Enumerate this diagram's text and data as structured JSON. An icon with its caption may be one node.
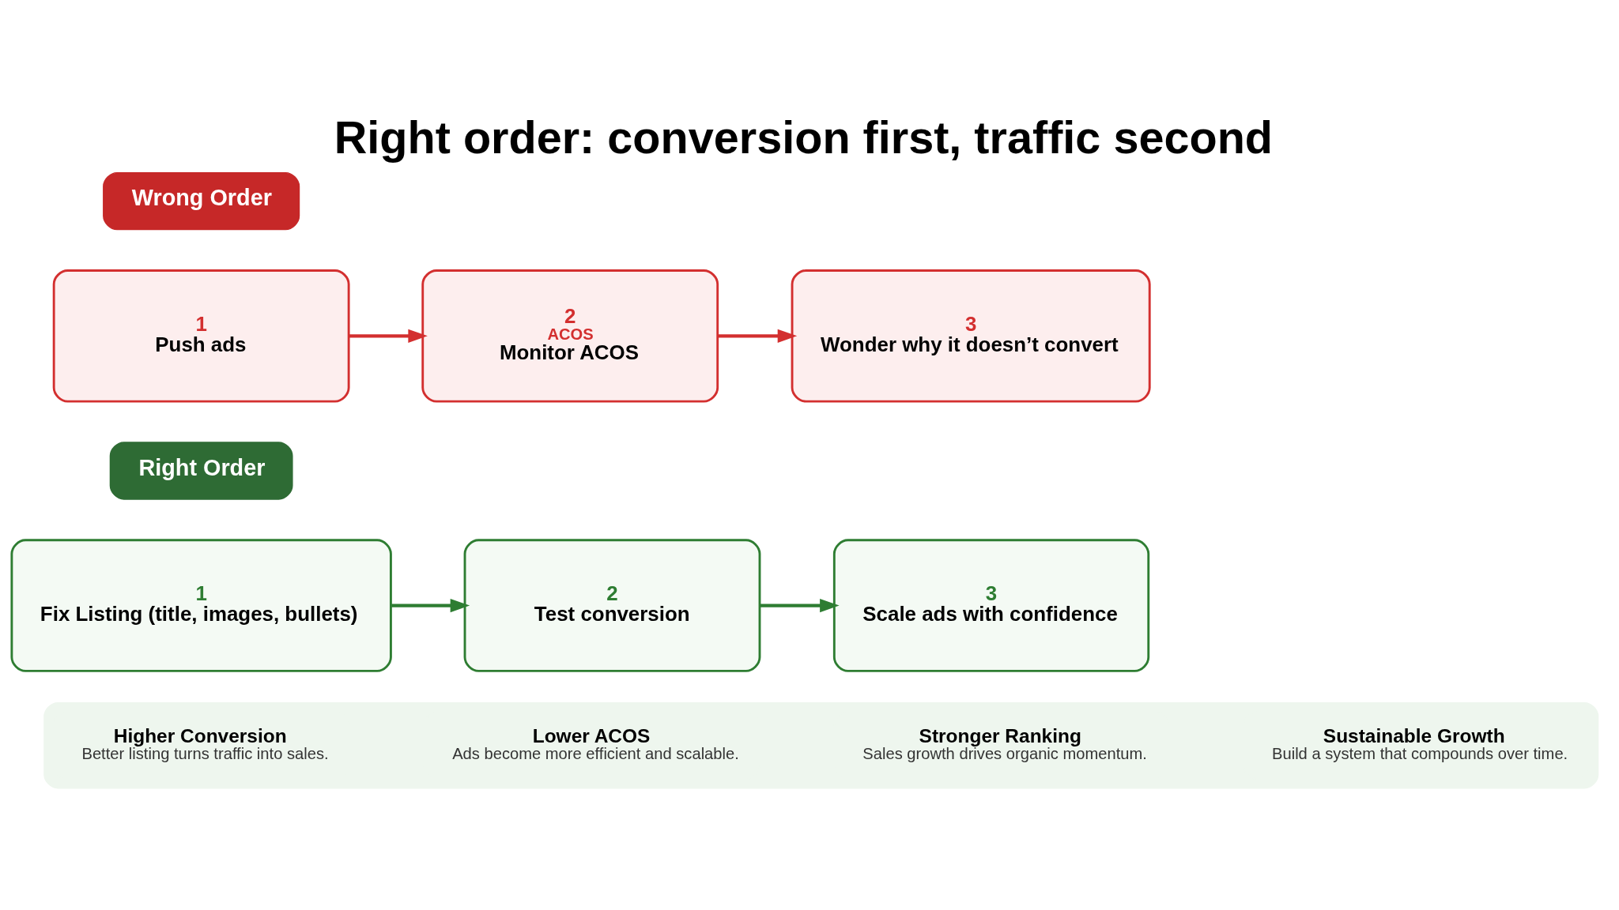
{
  "diagram": {
    "title": "Right order: conversion first, traffic second",
    "nodes": [
      {
        "text": [
          "Wrong Order"
        ]
      },
      {
        "text": [
          "1",
          "Push ads"
        ]
      },
      {
        "text": [
          "2",
          "ACOS",
          "Monitor ACOS"
        ]
      },
      {
        "text": [
          "3",
          "Wonder why it doesn’t convert"
        ]
      },
      {
        "text": [
          "Right Order"
        ]
      },
      {
        "text": [
          "1",
          "Fix Listing (title, images, bullets)"
        ]
      },
      {
        "text": [
          "2",
          "Test conversion"
        ]
      },
      {
        "text": [
          "3",
          "Scale ads with confidence"
        ]
      },
      {
        "text": [],
        "shape": "box"
      },
      {
        "text": [
          "Higher Conversion",
          "Better listing turns traffic into sales."
        ],
        "in": 8
      },
      {
        "text": [
          "Lower ACOS",
          "Ads become more efficient and scalable."
        ],
        "in": 8
      },
      {
        "text": [
          "Stronger Ranking",
          "Sales growth drives organic momentum."
        ],
        "in": 8
      },
      {
        "text": [
          "Sustainable Growth",
          "Build a system that compounds over time."
        ],
        "in": 8
      }
    ],
    "edges": [
      {
        "from": 1,
        "to": 2,
        "arrow": "to",
        "color": "#d32f2f"
      },
      {
        "from": 2,
        "to": 3,
        "arrow": "to",
        "color": "#d32f2f"
      },
      {
        "from": 5,
        "to": 6,
        "arrow": "to",
        "color": "#2e7d32"
      },
      {
        "from": 6,
        "to": 7,
        "arrow": "to",
        "color": "#2e7d32"
      }
    ]
  }
}
